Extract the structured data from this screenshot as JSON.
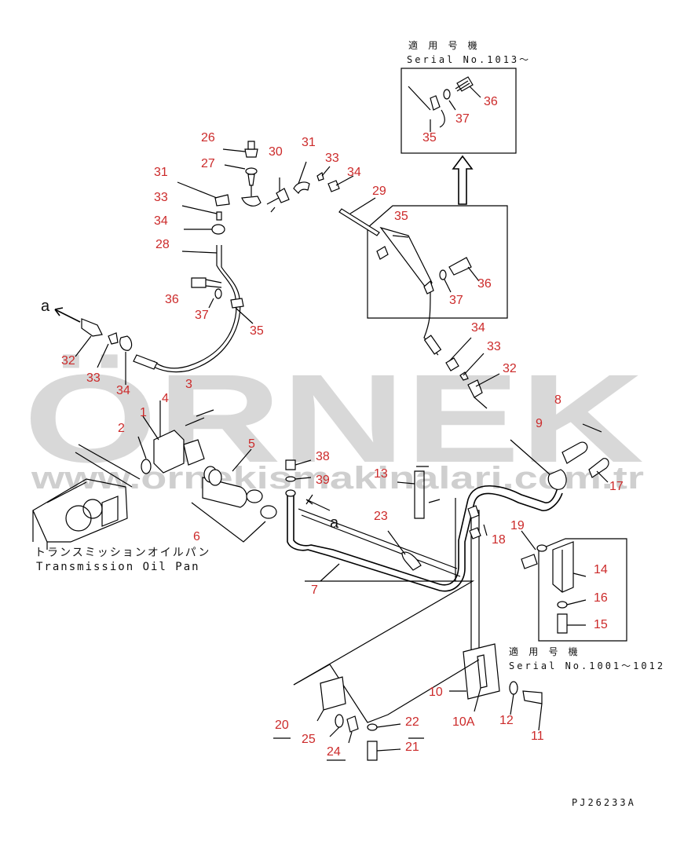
{
  "inset_top": {
    "caption_jp": "適 用 号 機",
    "caption_serial": "Serial No.1013～"
  },
  "inset_bottom": {
    "caption_jp": "適 用 号 機",
    "caption_serial": "Serial No.1001～1012"
  },
  "transmission": {
    "label_jp": "トランスミッションオイルパン",
    "label_en": "Transmission Oil Pan"
  },
  "view_arrow": "a",
  "watermark": {
    "brand": "ÖRNEK",
    "site": "www.ornekismakinalari.com.tr"
  },
  "drawing_code": "PJ26233A",
  "callouts": {
    "c1": "1",
    "c2": "2",
    "c3": "3",
    "c4": "4",
    "c5": "5",
    "c6": "6",
    "c7": "7",
    "c8": "8",
    "c9": "9",
    "c10": "10",
    "c10a": "10A",
    "c11": "11",
    "c12": "12",
    "c13": "13",
    "c14": "14",
    "c15": "15",
    "c16": "16",
    "c17": "17",
    "c18": "18",
    "c19": "19",
    "c20": "20",
    "c21": "21",
    "c22": "22",
    "c23": "23",
    "c24": "24",
    "c25": "25",
    "c26": "26",
    "c27": "27",
    "c28": "28",
    "c29": "29",
    "c30": "30",
    "c31a": "31",
    "c31b": "31",
    "c32a": "32",
    "c32b": "32",
    "c33a": "33",
    "c33b": "33",
    "c33c": "33",
    "c33d": "33",
    "c34a": "34",
    "c34b": "34",
    "c34c": "34",
    "c34d": "34",
    "c35a": "35",
    "c35b": "35",
    "c35c": "35",
    "c36a": "36",
    "c36b": "36",
    "c36c": "36",
    "c37a": "37",
    "c37b": "37",
    "c37c": "37",
    "c38": "38",
    "c39": "39"
  }
}
